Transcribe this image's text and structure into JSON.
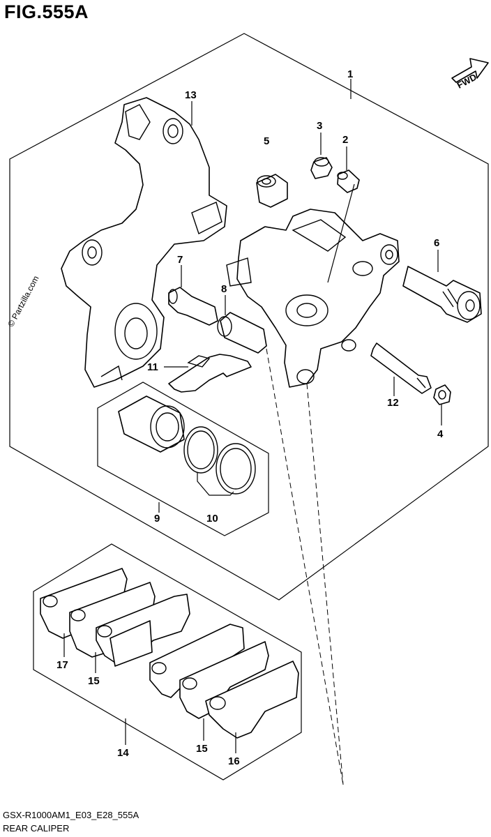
{
  "figure": {
    "title": "FIG.555A"
  },
  "footer": {
    "code": "GSX-R1000AM1_E03_E28_555A",
    "name": "REAR CALIPER"
  },
  "watermark": "© Partzilla.com",
  "direction_badge": "FWD",
  "callouts": [
    {
      "id": "1",
      "label": "1"
    },
    {
      "id": "2",
      "label": "2"
    },
    {
      "id": "3",
      "label": "3"
    },
    {
      "id": "4",
      "label": "4"
    },
    {
      "id": "5",
      "label": "5"
    },
    {
      "id": "6",
      "label": "6"
    },
    {
      "id": "7",
      "label": "7"
    },
    {
      "id": "8",
      "label": "8"
    },
    {
      "id": "9",
      "label": "9"
    },
    {
      "id": "10",
      "label": "10"
    },
    {
      "id": "11",
      "label": "11"
    },
    {
      "id": "12",
      "label": "12"
    },
    {
      "id": "13",
      "label": "13"
    },
    {
      "id": "14",
      "label": "14"
    },
    {
      "id": "15a",
      "label": "15"
    },
    {
      "id": "15b",
      "label": "15"
    },
    {
      "id": "16",
      "label": "16"
    },
    {
      "id": "17",
      "label": "17"
    }
  ]
}
